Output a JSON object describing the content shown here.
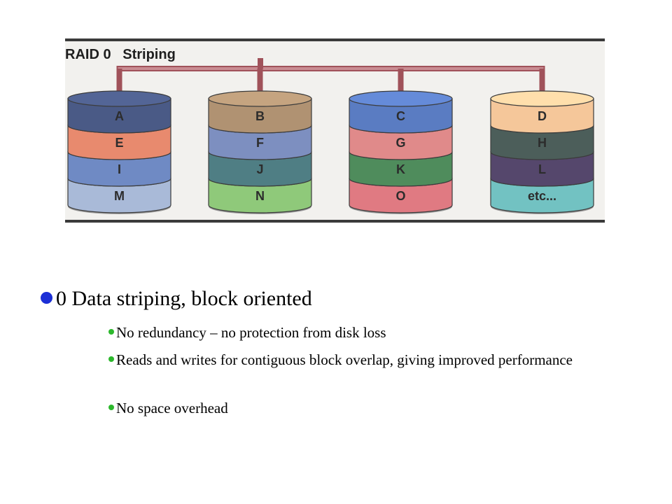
{
  "figure": {
    "title": "RAID 0   Striping",
    "disks": [
      {
        "blocks": [
          {
            "label": "A",
            "color": "#4a5a86"
          },
          {
            "label": "E",
            "color": "#e88a6e"
          },
          {
            "label": "I",
            "color": "#6f8ac4"
          },
          {
            "label": "M",
            "color": "#a9bad8"
          }
        ]
      },
      {
        "blocks": [
          {
            "label": "B",
            "color": "#b09272"
          },
          {
            "label": "F",
            "color": "#7d8fc0"
          },
          {
            "label": "J",
            "color": "#4f7e84"
          },
          {
            "label": "N",
            "color": "#8fc97a"
          }
        ]
      },
      {
        "blocks": [
          {
            "label": "C",
            "color": "#5a7cc2"
          },
          {
            "label": "G",
            "color": "#e08a8a"
          },
          {
            "label": "K",
            "color": "#4f8c5c"
          },
          {
            "label": "O",
            "color": "#e07a82"
          }
        ]
      },
      {
        "blocks": [
          {
            "label": "D",
            "color": "#f5c79a"
          },
          {
            "label": "H",
            "color": "#4c5e5a"
          },
          {
            "label": "L",
            "color": "#55476c"
          },
          {
            "label": "etc...",
            "color": "#72c2c2"
          }
        ]
      }
    ],
    "connector_color": "#a0525a"
  },
  "bullets": {
    "main": "0 Data striping, block oriented",
    "subs": [
      "No redundancy – no protection from disk loss",
      "Reads and writes for contiguous block overlap, giving improved performance",
      "No space overhead"
    ]
  }
}
